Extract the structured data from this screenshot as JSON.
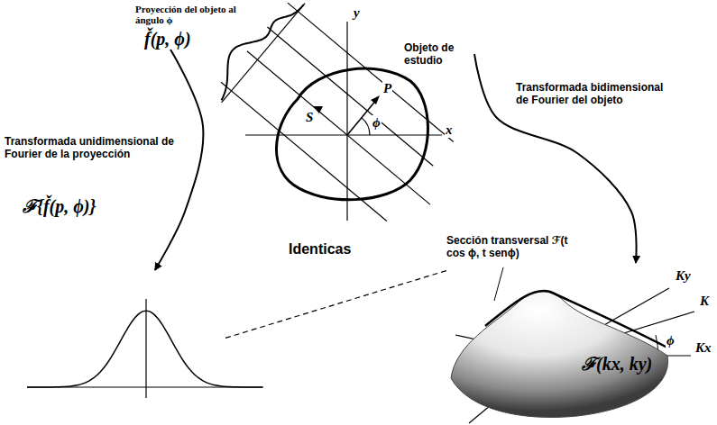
{
  "diagram": {
    "nodes": [
      {
        "text": [
          "Proyección del objeto al ángulo ϕ",
          "f̌(p, ϕ)"
        ]
      },
      {
        "text": [
          "Objeto de estudio"
        ]
      },
      {
        "text": [
          "Transformada unidimensional de Fourier de la proyección",
          "ℱ{f̌(p, ϕ)}"
        ]
      },
      {
        "text": [
          "Sección transversal ℱ(t cos ϕ, t senϕ)",
          "ℱ(kx, ky)"
        ]
      }
    ],
    "edges": [
      {
        "from": 0,
        "to": 2,
        "arrow": "to"
      },
      {
        "from": 1,
        "to": 3,
        "label": "Transformada bidimensional de Fourier del objeto",
        "arrow": "to"
      },
      {
        "from": 2,
        "to": 3,
        "label": "Identicas",
        "arrow": "none"
      }
    ],
    "labels": [
      "y",
      "x",
      "S",
      "P",
      "ϕ",
      "Ky",
      "K",
      "Kx",
      "ϕ"
    ]
  }
}
